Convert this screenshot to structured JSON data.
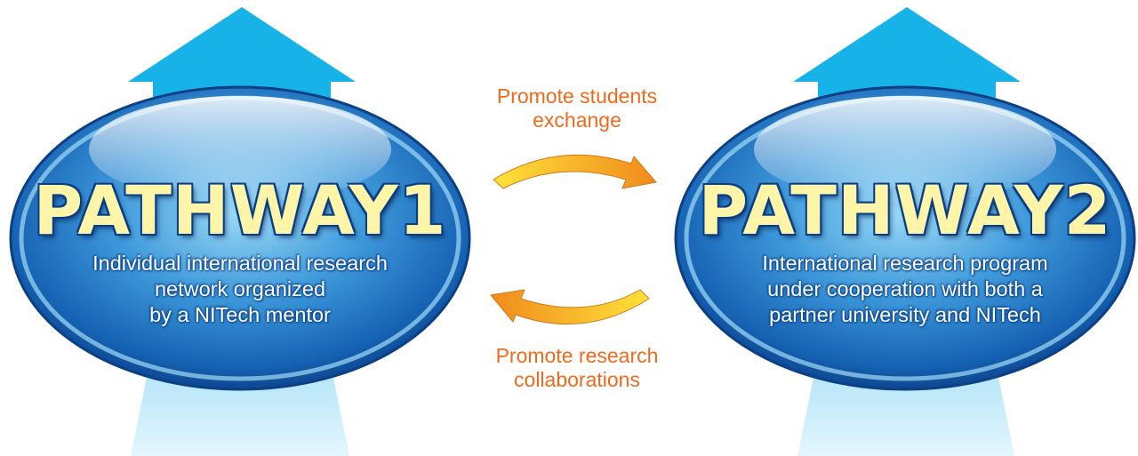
{
  "colors": {
    "arrow_blue": "#17b3e8",
    "stem_light": "#cfeefb",
    "oval_dark": "#0b4f9a",
    "oval_light": "#8ad4f5",
    "title_fill": "#fff5a8",
    "promote_text": "#ee6a1d",
    "curved_arrow_yellow": "#ffd21a",
    "curved_arrow_orange": "#f08a1c"
  },
  "pathway1": {
    "title": "PATHWAY1",
    "description_lines": [
      "Individual international research",
      "network organized",
      "by a NITech mentor"
    ]
  },
  "pathway2": {
    "title": "PATHWAY2",
    "description_lines": [
      "International research program",
      "under cooperation with both a",
      "partner university and NITech"
    ]
  },
  "exchange_top": {
    "label_lines": [
      "Promote students",
      "exchange"
    ],
    "arrow_icon": "curved-arrow-right-icon"
  },
  "exchange_bottom": {
    "label_lines": [
      "Promote research",
      "collaborations"
    ],
    "arrow_icon": "curved-arrow-left-icon"
  }
}
